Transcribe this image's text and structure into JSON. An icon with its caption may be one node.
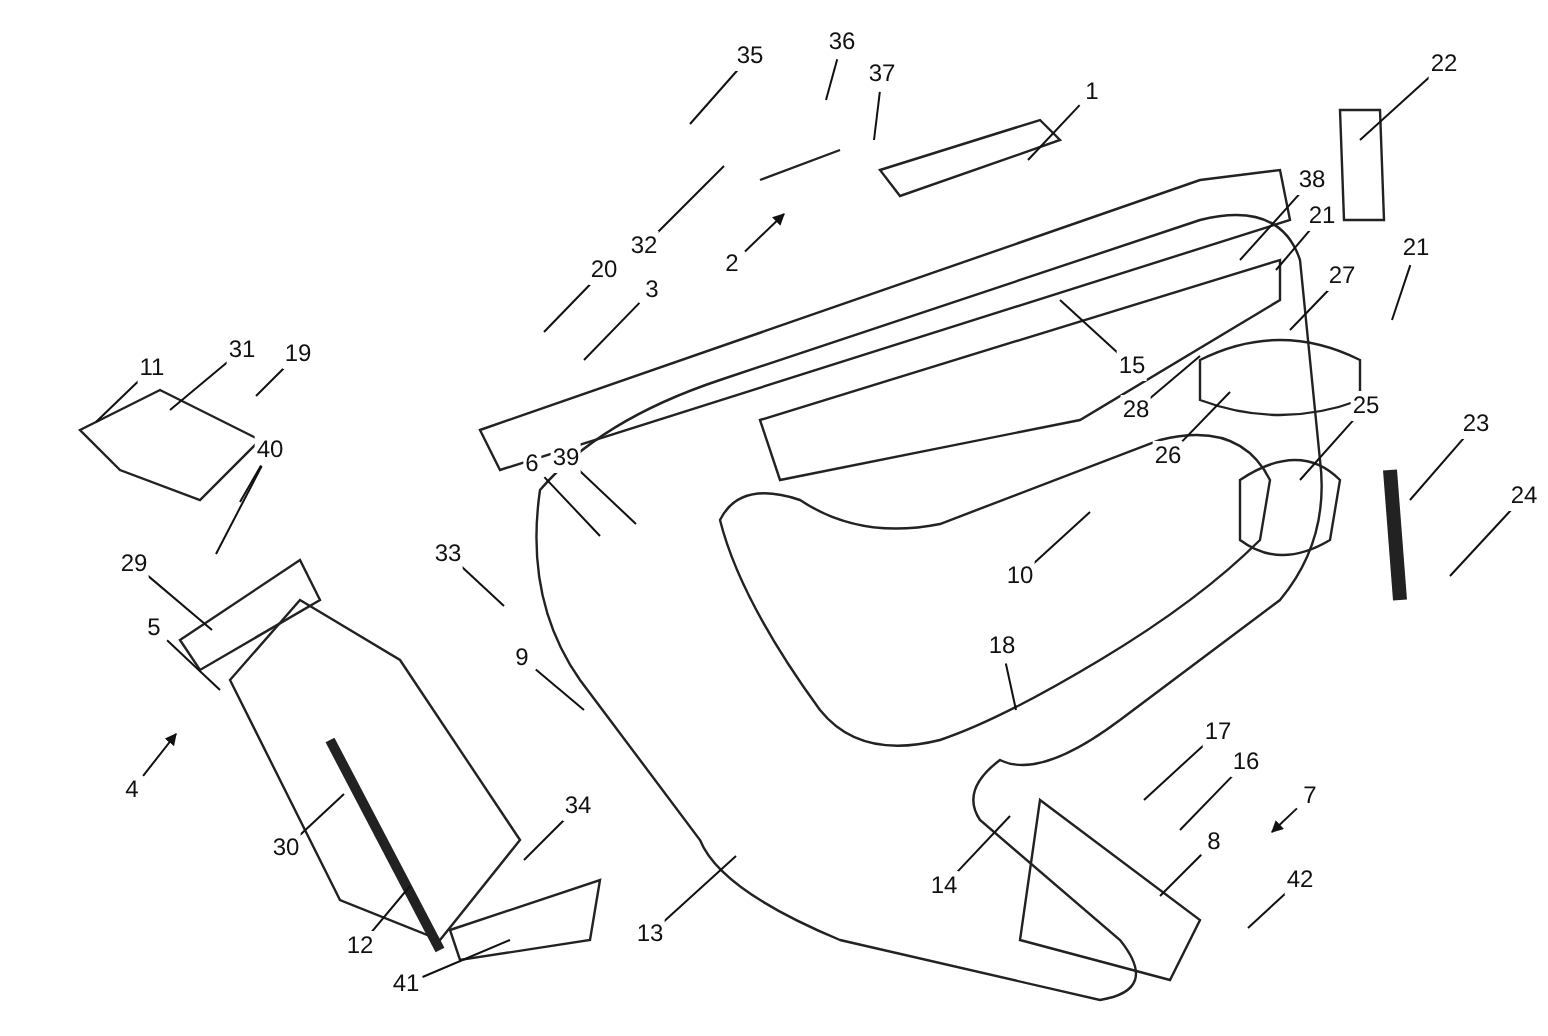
{
  "diagram": {
    "nodes": [
      {
        "text": [
          "35"
        ]
      },
      {
        "text": [
          "36"
        ]
      },
      {
        "text": [
          "37"
        ]
      },
      {
        "text": [
          "1"
        ]
      },
      {
        "text": [
          "22"
        ]
      },
      {
        "text": [
          "32"
        ]
      },
      {
        "text": [
          "2"
        ]
      },
      {
        "text": [
          "38"
        ]
      },
      {
        "text": [
          "21"
        ]
      },
      {
        "text": [
          "21"
        ]
      },
      {
        "text": [
          "20"
        ]
      },
      {
        "text": [
          "3"
        ]
      },
      {
        "text": [
          "15"
        ]
      },
      {
        "text": [
          "27"
        ]
      },
      {
        "text": [
          "28"
        ]
      },
      {
        "text": [
          "26"
        ]
      },
      {
        "text": [
          "25"
        ]
      },
      {
        "text": [
          "23"
        ]
      },
      {
        "text": [
          "24"
        ]
      },
      {
        "text": [
          "31"
        ]
      },
      {
        "text": [
          "11"
        ]
      },
      {
        "text": [
          "19"
        ]
      },
      {
        "text": [
          "40"
        ]
      },
      {
        "text": [
          "6"
        ]
      },
      {
        "text": [
          "39"
        ]
      },
      {
        "text": [
          "33"
        ]
      },
      {
        "text": [
          "10"
        ]
      },
      {
        "text": [
          "29"
        ]
      },
      {
        "text": [
          "5"
        ]
      },
      {
        "text": [
          "18"
        ]
      },
      {
        "text": [
          "9"
        ]
      },
      {
        "text": [
          "17"
        ]
      },
      {
        "text": [
          "16"
        ]
      },
      {
        "text": [
          "4"
        ]
      },
      {
        "text": [
          "8"
        ]
      },
      {
        "text": [
          "7"
        ]
      },
      {
        "text": [
          "30"
        ]
      },
      {
        "text": [
          "42"
        ]
      },
      {
        "text": [
          "34"
        ]
      },
      {
        "text": [
          "14"
        ]
      },
      {
        "text": [
          "12"
        ]
      },
      {
        "text": [
          "13"
        ]
      },
      {
        "text": [
          "41"
        ]
      }
    ],
    "edges": [
      {
        "from": 0,
        "to": null,
        "arrow": "none"
      },
      {
        "from": 1,
        "to": null,
        "arrow": "none"
      },
      {
        "from": 2,
        "to": null,
        "arrow": "none"
      },
      {
        "from": 3,
        "to": null,
        "arrow": "none"
      },
      {
        "from": 4,
        "to": null,
        "arrow": "none"
      },
      {
        "from": 5,
        "to": null,
        "arrow": "none"
      },
      {
        "from": 6,
        "to": null,
        "arrow": "to"
      },
      {
        "from": 7,
        "to": null,
        "arrow": "none"
      },
      {
        "from": 8,
        "to": null,
        "arrow": "none"
      },
      {
        "from": 9,
        "to": null,
        "arrow": "none"
      },
      {
        "from": 10,
        "to": null,
        "arrow": "none"
      },
      {
        "from": 11,
        "to": null,
        "arrow": "none"
      },
      {
        "from": 12,
        "to": null,
        "arrow": "none"
      },
      {
        "from": 13,
        "to": null,
        "arrow": "none"
      },
      {
        "from": 14,
        "to": null,
        "arrow": "none"
      },
      {
        "from": 15,
        "to": null,
        "arrow": "none"
      },
      {
        "from": 16,
        "to": null,
        "arrow": "none"
      },
      {
        "from": 17,
        "to": null,
        "arrow": "none"
      },
      {
        "from": 18,
        "to": null,
        "arrow": "none"
      },
      {
        "from": 19,
        "to": null,
        "arrow": "none"
      },
      {
        "from": 20,
        "to": null,
        "arrow": "none"
      },
      {
        "from": 21,
        "to": null,
        "arrow": "none"
      },
      {
        "from": 22,
        "to": null,
        "arrow": "none"
      },
      {
        "from": 22,
        "to": null,
        "arrow": "none"
      },
      {
        "from": 23,
        "to": null,
        "arrow": "none"
      },
      {
        "from": 24,
        "to": null,
        "arrow": "none"
      },
      {
        "from": 25,
        "to": null,
        "arrow": "none"
      },
      {
        "from": 26,
        "to": null,
        "arrow": "none"
      },
      {
        "from": 27,
        "to": null,
        "arrow": "none"
      },
      {
        "from": 28,
        "to": null,
        "arrow": "none"
      },
      {
        "from": 29,
        "to": null,
        "arrow": "none"
      },
      {
        "from": 30,
        "to": null,
        "arrow": "none"
      },
      {
        "from": 31,
        "to": null,
        "arrow": "none"
      },
      {
        "from": 32,
        "to": null,
        "arrow": "none"
      },
      {
        "from": 33,
        "to": null,
        "arrow": "to"
      },
      {
        "from": 34,
        "to": null,
        "arrow": "none"
      },
      {
        "from": 35,
        "to": null,
        "arrow": "to"
      },
      {
        "from": 36,
        "to": null,
        "arrow": "none"
      },
      {
        "from": 37,
        "to": null,
        "arrow": "none"
      },
      {
        "from": 38,
        "to": null,
        "arrow": "none"
      },
      {
        "from": 39,
        "to": null,
        "arrow": "none"
      },
      {
        "from": 40,
        "to": null,
        "arrow": "none"
      },
      {
        "from": 41,
        "to": null,
        "arrow": "none"
      },
      {
        "from": 42,
        "to": null,
        "arrow": "none"
      }
    ]
  }
}
